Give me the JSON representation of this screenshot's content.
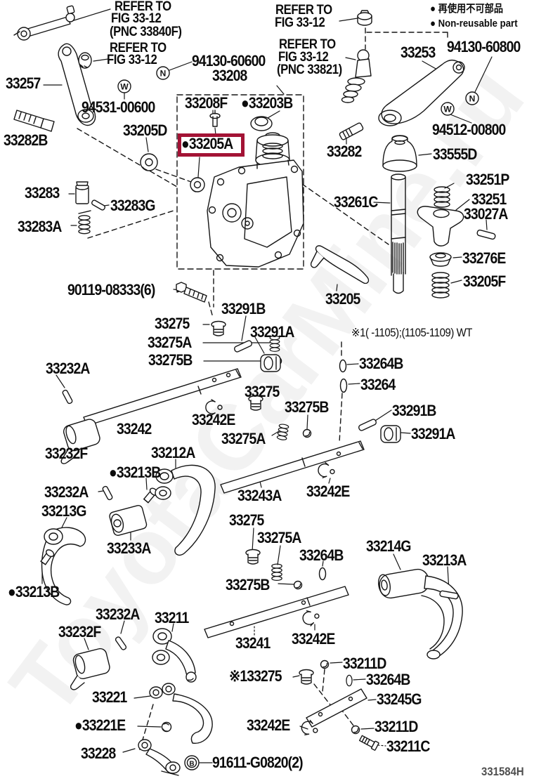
{
  "diagram": {
    "watermark": "ToyotaCarMine.ru",
    "doc_id": "331584H",
    "note_range": "※1(    -1105);(1105-1109) WT",
    "legend": {
      "jp": "● 再使用不可部品",
      "en": "● Non-reusable part"
    },
    "refer": {
      "l1": "REFER TO",
      "l2": "FIG 33-12",
      "pnc_33840f": "(PNC 33840F)",
      "pnc_33821": "(PNC 33821)"
    },
    "symbols": {
      "n": "N",
      "w": "W",
      "b": "B"
    },
    "highlight": {
      "part": "●33205A",
      "color": "#a31335"
    },
    "parts": {
      "n33257": "33257",
      "n33282b": "33282B",
      "n94130_60600": "94130-60600",
      "n33208": "33208",
      "n33208f": "33208F",
      "n33203b": "●33203B",
      "n94531_00600": "94531-00600",
      "n33205d": "33205D",
      "n33283": "33283",
      "n33283g": "33283G",
      "n33283a": "33283A",
      "n33282": "33282",
      "n33253": "33253",
      "n94130_60800": "94130-60800",
      "n94512_00800": "94512-00800",
      "n33555d": "33555D",
      "n33251p": "33251P",
      "n33251": "33251",
      "n33027a": "33027A",
      "n33261c": "33261C",
      "n33276e": "33276E",
      "n33205f": "33205F",
      "n33205": "33205",
      "n90119": "90119-08333(6)",
      "n33291b": "33291B",
      "n33275": "33275",
      "n33291a": "33291A",
      "n33275a": "33275A",
      "n33275b": "33275B",
      "n33232a": "33232A",
      "n33242": "33242",
      "n33242e": "33242E",
      "n33264b": "33264B",
      "n33264": "33264",
      "n33232f": "33232F",
      "n33212a": "33212A",
      "n33213b": "●33213B",
      "n33243a": "33243A",
      "n33213g": "33213G",
      "n33233a": "33233A",
      "n33214g": "33214G",
      "n33213a": "33213A",
      "n33241": "33241",
      "n33211": "33211",
      "n33221": "33221",
      "n33221e": "●33221E",
      "n33228": "33228",
      "n91611": "91611-G0820(2)",
      "n33211d": "33211D",
      "n33245g": "33245G",
      "n33211c": "33211C",
      "n33275x": "※133275"
    }
  }
}
